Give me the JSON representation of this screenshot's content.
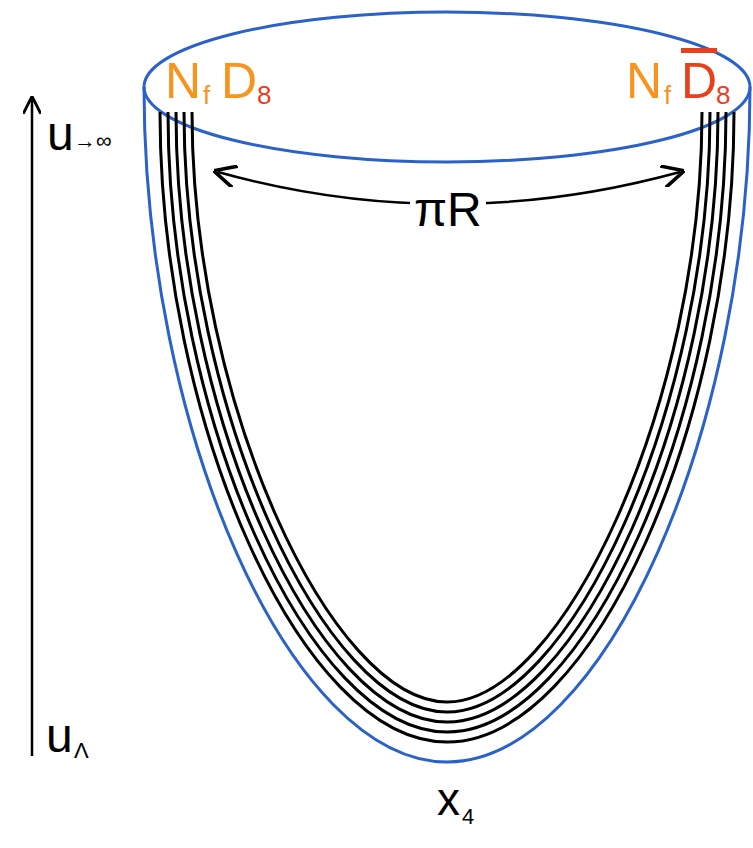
{
  "diagram": {
    "labels": [
      "N",
      "f",
      "D",
      "8",
      "N",
      "f",
      "D",
      "8",
      "u",
      "→∞",
      "u",
      "Λ",
      "πR",
      "x",
      "4"
    ]
  }
}
